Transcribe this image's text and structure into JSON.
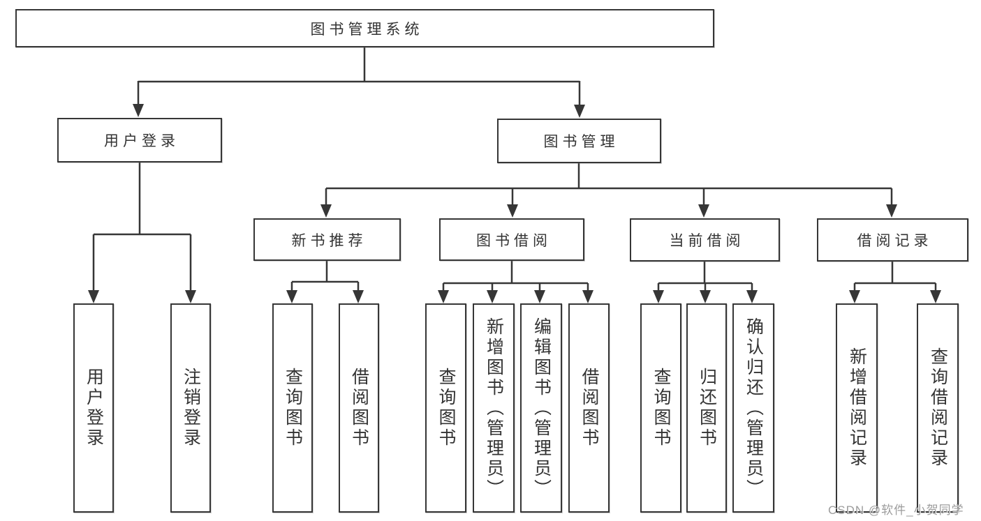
{
  "diagram": {
    "title": "图书管理系统",
    "nodes": {
      "root": "图书管理系统",
      "user_login": "用户登录",
      "book_management": "图书管理",
      "new_book_recommend": "新书推荐",
      "book_borrow": "图书借阅",
      "current_borrow": "当前借阅",
      "borrow_record": "借阅记录",
      "user_login_leaf": "用户登录",
      "logout": "注销登录",
      "recommend_query_book": "查询图书",
      "recommend_borrow_book": "借阅图书",
      "borrow_query_book": "查询图书",
      "add_book_admin": "新增图书（管理员）",
      "edit_book_admin": "编辑图书（管理员）",
      "borrow_borrow_book": "借阅图书",
      "current_query_book": "查询图书",
      "return_book": "归还图书",
      "confirm_return_admin": "确认归还（管理员）",
      "add_borrow_record": "新增借阅记录",
      "query_borrow_record": "查询借阅记录"
    },
    "line_color": "#363636",
    "box_background": "#ffffff",
    "text_color": "#333333"
  },
  "watermark": "CSDN @软件_小贺同学"
}
